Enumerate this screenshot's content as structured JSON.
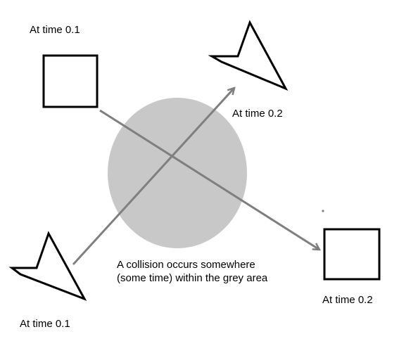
{
  "labels": {
    "square_start": "At time 0.1",
    "kite_end": "At time 0.2",
    "kite_start": "At time 0.1",
    "square_end": "At time 0.2"
  },
  "caption": {
    "line1": "A collision occurs somewhere",
    "line2": "(some time) within the grey area"
  },
  "colors": {
    "collision_area": "#c8c8c8",
    "arrow": "#7f7f7f",
    "shape_stroke": "#000000",
    "background": "#ffffff"
  }
}
